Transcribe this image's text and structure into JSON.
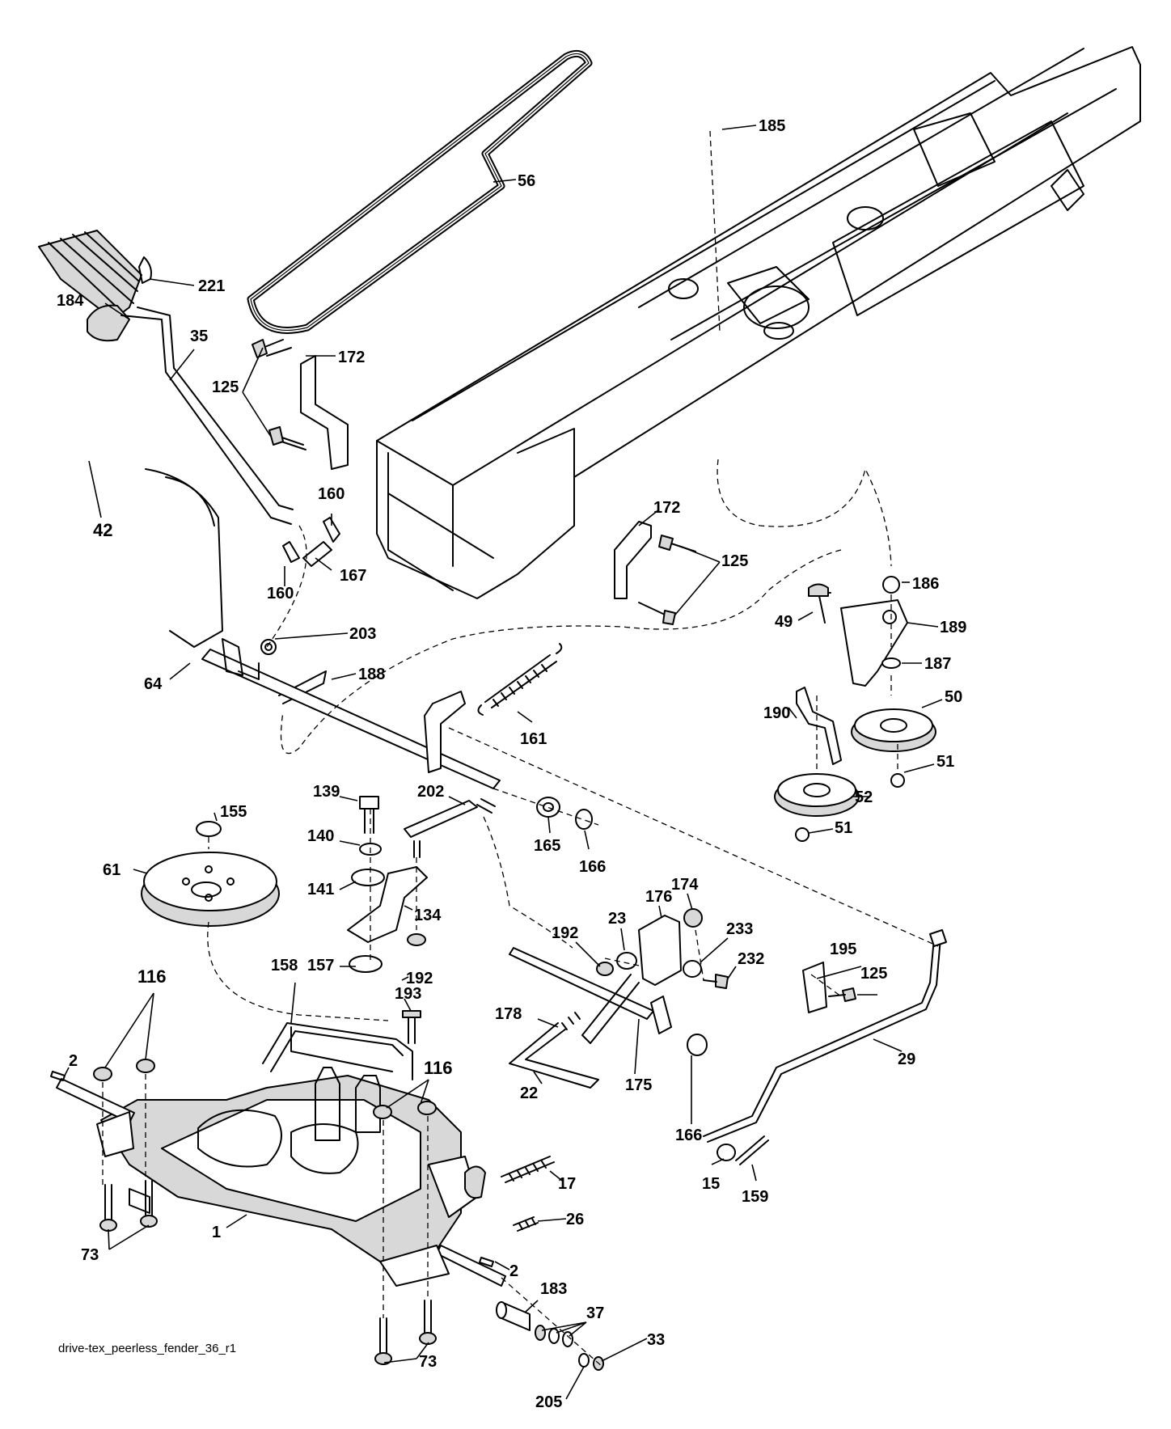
{
  "caption": "drive-tex_peerless_fender_36_r1",
  "callouts": {
    "c185": "185",
    "c56": "56",
    "c221": "221",
    "c184": "184",
    "c35": "35",
    "c172a": "172",
    "c125a": "125",
    "c42": "42",
    "c160a": "160",
    "c160b": "160",
    "c167": "167",
    "c172b": "172",
    "c125b": "125",
    "c186": "186",
    "c49": "49",
    "c189": "189",
    "c187": "187",
    "c203": "203",
    "c188": "188",
    "c64": "64",
    "c161": "161",
    "c190": "190",
    "c50": "50",
    "c51a": "51",
    "c52": "52",
    "c51b": "51",
    "c139": "139",
    "c202": "202",
    "c155": "155",
    "c140": "140",
    "c165": "165",
    "c166a": "166",
    "c61": "61",
    "c141": "141",
    "c134": "134",
    "c174": "174",
    "c23": "23",
    "c176": "176",
    "c192a": "192",
    "c233": "233",
    "c232": "232",
    "c157": "157",
    "c192b": "192",
    "c195": "195",
    "c125c": "125",
    "c116a": "116",
    "c158": "158",
    "c193": "193",
    "c178": "178",
    "c29": "29",
    "c2a": "2",
    "c116b": "116",
    "c175": "175",
    "c22": "22",
    "c166b": "166",
    "c17": "17",
    "c15": "15",
    "c159": "159",
    "c26": "26",
    "c73a": "73",
    "c1": "1",
    "c2b": "2",
    "c183": "183",
    "c37": "37",
    "c33": "33",
    "c205": "205",
    "c73b": "73"
  }
}
